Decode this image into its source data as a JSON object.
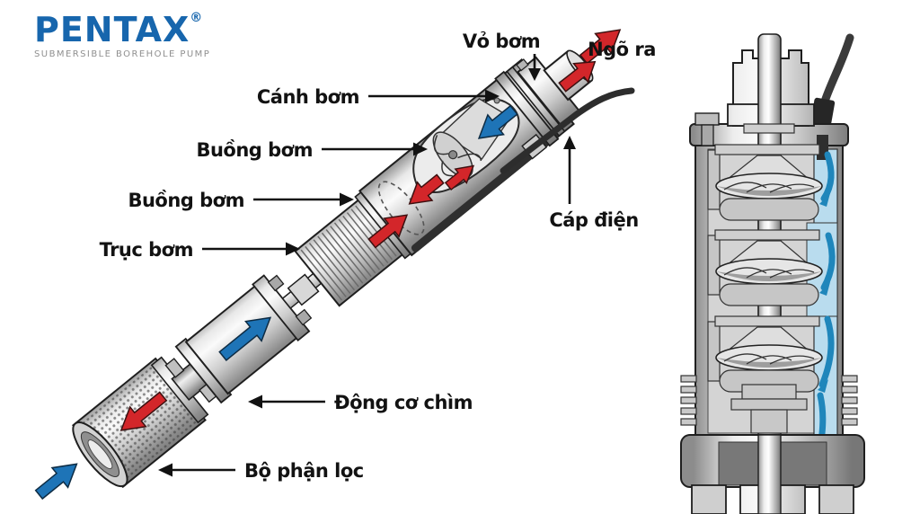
{
  "logo": {
    "brand": "PENTAX",
    "registered": "®",
    "tagline": "SUBMERSIBLE BOREHOLE PUMP"
  },
  "labels": {
    "pump_casing": "Vỏ bơm",
    "outlet": "Ngõ ra",
    "impeller": "Cánh bơm",
    "pump_chamber_upper": "Buồng bơm",
    "pump_chamber_lower": "Buồng bơm",
    "pump_shaft": "Trục bơm",
    "power_cable": "Cáp điện",
    "submersible_motor": "Động cơ chìm",
    "filter_unit": "Bộ phận lọc"
  },
  "colors": {
    "brand_blue": "#1766ad",
    "tagline_gray": "#8f8f8f",
    "label_black": "#121212",
    "flow_in_blue": "#1e74b7",
    "flow_out_red": "#d3262a",
    "water_light": "#b9dcee",
    "water_dark": "#1f86bb",
    "cable_dark": "#2d2d2d",
    "background": "#ffffff"
  }
}
